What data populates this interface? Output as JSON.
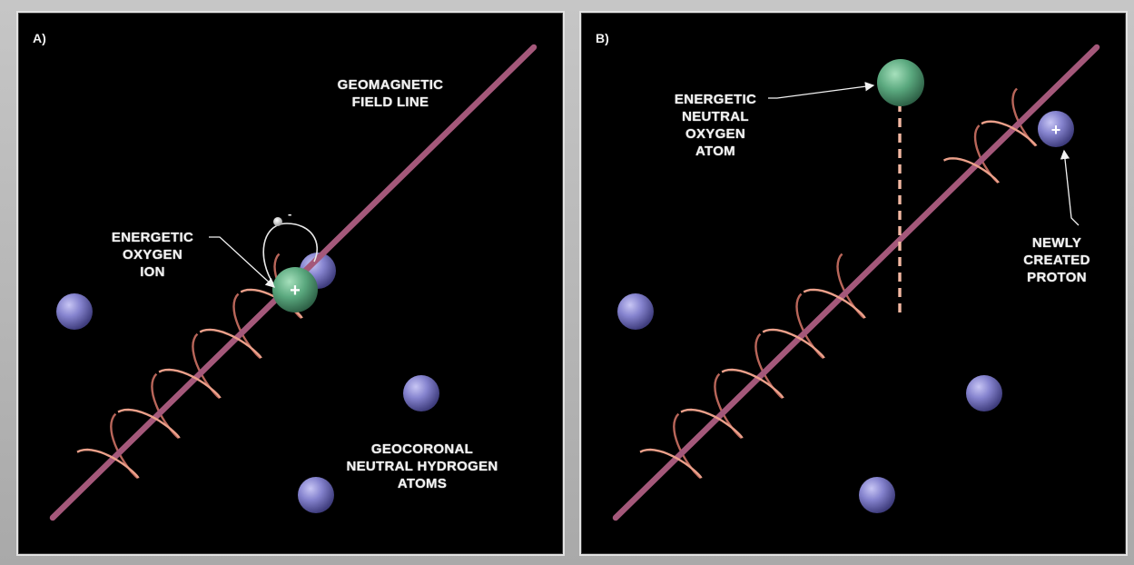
{
  "colors": {
    "background": "#000000",
    "field_line": "#a4587a",
    "spiral": "#e8917a",
    "oxygen": "#5fae82",
    "hydrogen": "#8886d2",
    "label": "#f2f2f2"
  },
  "panel_a": {
    "letter": "A)",
    "field_line_label": "GEOMAGNETIC\nFIELD LINE",
    "ion_label": "ENERGETIC\nOXYGEN\nION",
    "ion_symbol": "+",
    "electron_symbol": "-",
    "hydrogen_label": "GEOCORONAL\nNEUTRAL HYDROGEN\nATOMS"
  },
  "panel_b": {
    "letter": "B)",
    "neutral_label": "ENERGETIC\nNEUTRAL\nOXYGEN\nATOM",
    "proton_label": "NEWLY\nCREATED\nPROTON",
    "proton_symbol": "+"
  }
}
